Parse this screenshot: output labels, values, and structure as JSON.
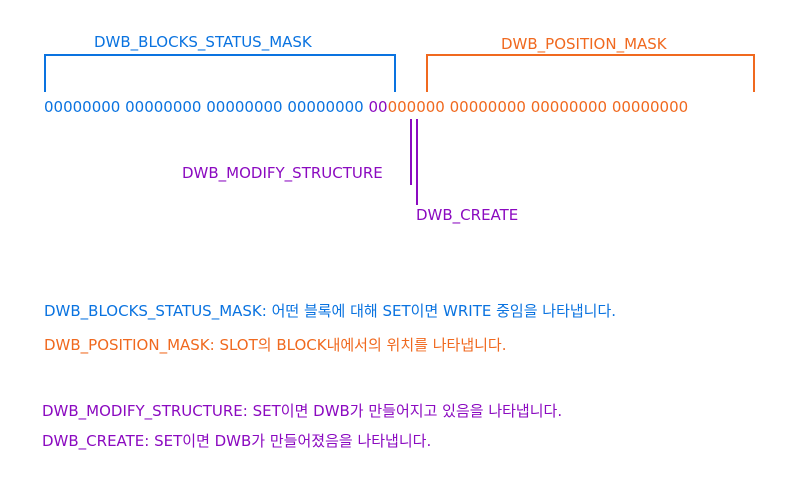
{
  "colors": {
    "blocks_status": "#0a73e0",
    "position": "#f0691f",
    "flags": "#8b0ac0"
  },
  "diagram": {
    "label_blocks_status_mask": "DWB_BLOCKS_STATUS_MASK",
    "label_position_mask": "DWB_POSITION_MASK",
    "bits_blue": "00000000 00000000 00000000 00000000",
    "bits_purple": "00",
    "bits_orange": "000000 00000000 00000000 00000000",
    "label_modify_structure": "DWB_MODIFY_STRUCTURE",
    "label_create": "DWB_CREATE"
  },
  "descriptions": {
    "blocks_status_mask": "DWB_BLOCKS_STATUS_MASK: 어떤 블록에 대해 SET이면 WRITE 중임을 나타냅니다.",
    "position_mask": "DWB_POSITION_MASK: SLOT의 BLOCK내에서의 위치를 나타냅니다.",
    "modify_structure": "DWB_MODIFY_STRUCTURE: SET이면 DWB가 만들어지고 있음을 나타냅니다.",
    "create": "DWB_CREATE: SET이면 DWB가 만들어졌음을 나타냅니다."
  }
}
